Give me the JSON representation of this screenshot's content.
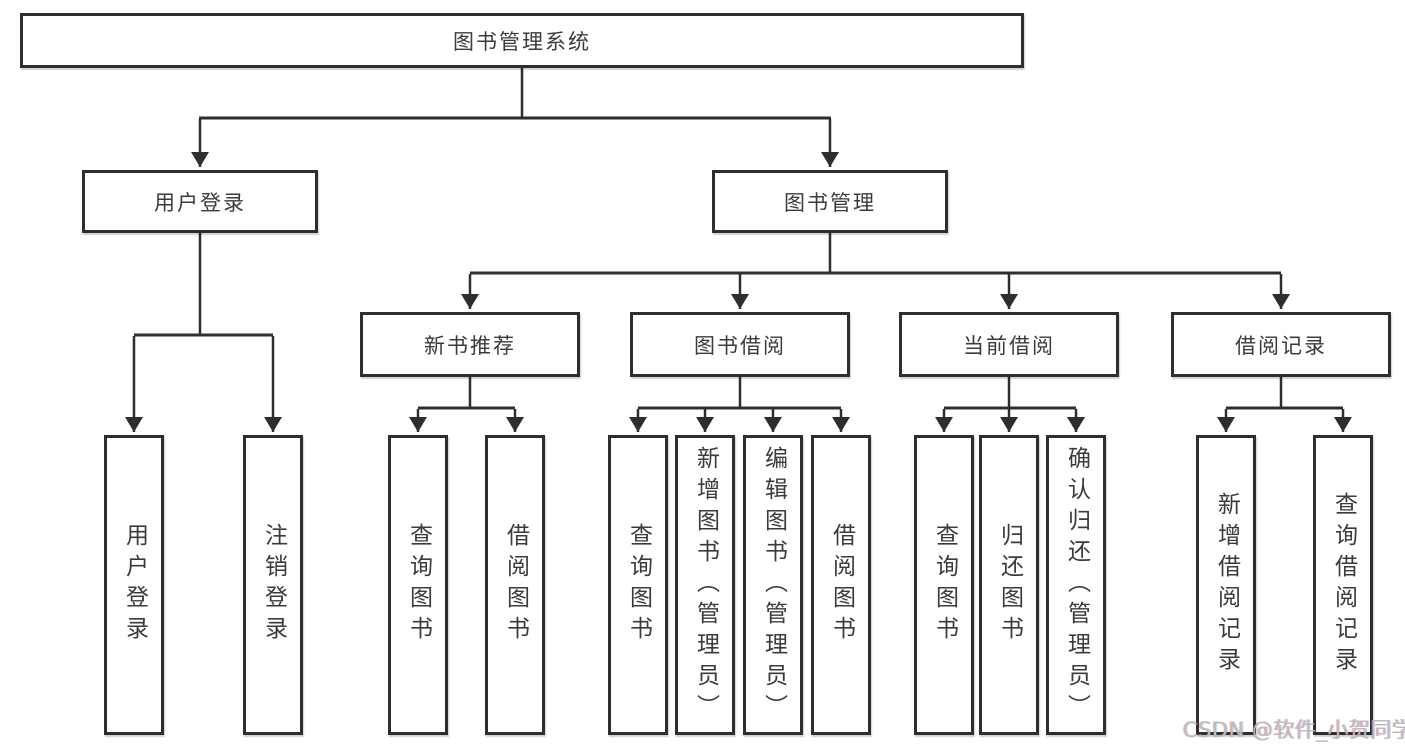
{
  "diagram_title": "图书管理系统",
  "nodes": {
    "root": "图书管理系统",
    "level2": {
      "user_login": "用户登录",
      "book_management": "图书管理"
    },
    "level3": {
      "new_book_recommend": "新书推荐",
      "book_borrow": "图书借阅",
      "current_borrow": "当前借阅",
      "borrow_records": "借阅记录"
    },
    "leaves": {
      "login": [
        "用户登录",
        "注销登录"
      ],
      "recommend": [
        "查询图书",
        "借阅图书"
      ],
      "borrow": [
        "查询图书",
        "新增图书（管理员）",
        "编辑图书（管理员）",
        "借阅图书"
      ],
      "current": [
        "查询图书",
        "归还图书",
        "确认归还（管理员）"
      ],
      "records": [
        "新增借阅记录",
        "查询借阅记录"
      ]
    }
  },
  "watermark": "CSDN @软件_小贺同学",
  "colors": {
    "line": "#2e2e2e",
    "box_border": "#2e2e2e",
    "text": "#3b3b3b",
    "watermark_text": "#bdbdbd",
    "background": "#ffffff"
  }
}
